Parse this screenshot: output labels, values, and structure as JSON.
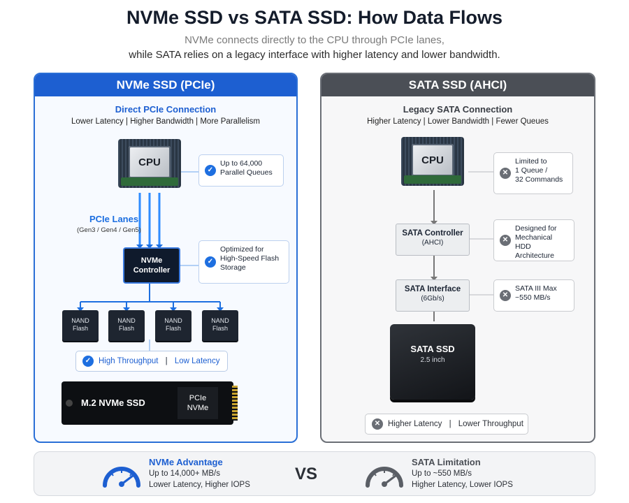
{
  "header": {
    "title": "NVMe SSD vs SATA SSD: How Data Flows",
    "subtitle_line1": "NVMe connects directly to the CPU through PCIe lanes,",
    "subtitle_line2": "while SATA relies on a legacy interface with higher latency and lower bandwidth."
  },
  "nvme": {
    "heading": "NVMe SSD (PCIe)",
    "connection_title": "Direct PCIe Connection",
    "connection_sub": "Lower Latency  |  Higher Bandwidth  |  More Parallelism",
    "cpu_label": "CPU",
    "notes": [
      {
        "line1": "Up to 64,000",
        "line2": "Parallel Queues"
      },
      {
        "line1": "Optimized for",
        "line2": "High-Speed Flash",
        "line3": "Storage"
      }
    ],
    "lanes_label": "PCIe Lanes",
    "lanes_gens": "(Gen3 / Gen4 / Gen5)",
    "controller_line1": "NVMe",
    "controller_line2": "Controller",
    "nand_line1": "NAND",
    "nand_line2": "Flash",
    "pill_a": "High Throughput",
    "pill_sep": "|",
    "pill_b": "Low Latency",
    "m2_label": "M.2 NVMe SSD",
    "m2_chip_line1": "PCIe",
    "m2_chip_line2": "NVMe"
  },
  "sata": {
    "heading": "SATA SSD (AHCI)",
    "connection_title": "Legacy SATA Connection",
    "connection_sub": "Higher Latency  |  Lower Bandwidth  |  Fewer Queues",
    "cpu_label": "CPU",
    "notes": [
      {
        "line1": "Limited to",
        "line2": "1 Queue /",
        "line3": "32 Commands"
      },
      {
        "line1": "Designed for",
        "line2": "Mechanical HDD",
        "line3": "Architecture"
      },
      {
        "line1": "SATA III Max",
        "line2": "~550 MB/s"
      }
    ],
    "controller_title": "SATA Controller",
    "controller_sub": "(AHCI)",
    "interface_title": "SATA Interface",
    "interface_sub": "(6Gb/s)",
    "ssd_line1": "SATA SSD",
    "ssd_line2": "2.5 inch",
    "pill_a": "Higher Latency",
    "pill_sep": "|",
    "pill_b": "Lower Throughput"
  },
  "footer": {
    "nvme_title": "NVMe Advantage",
    "nvme_line1": "Up to 14,000+ MB/s",
    "nvme_line2": "Lower Latency, Higher IOPS",
    "vs": "VS",
    "sata_title": "SATA Limitation",
    "sata_line1": "Up to ~550 MB/s",
    "sata_line2": "Higher Latency, Lower IOPS"
  },
  "colors": {
    "nvme_blue": "#1d5fd1",
    "sata_gray": "#4b4f56",
    "ok_badge": "#1e6fe0",
    "no_badge": "#6a6e75"
  },
  "icons": {
    "check": "check-icon",
    "cross": "cross-icon",
    "nvme_gauge": "speedometer-fast-icon",
    "sata_gauge": "speedometer-slow-icon"
  }
}
